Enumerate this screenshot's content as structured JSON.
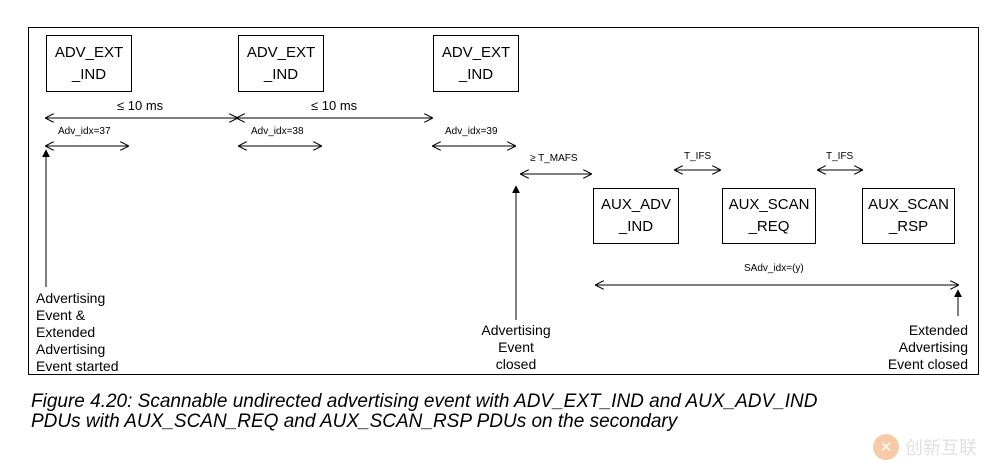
{
  "pdus": [
    {
      "line1": "ADV_EXT",
      "line2": "_IND"
    },
    {
      "line1": "ADV_EXT",
      "line2": "_IND"
    },
    {
      "line1": "ADV_EXT",
      "line2": "_IND"
    },
    {
      "line1": "AUX_ADV",
      "line2": "_IND"
    },
    {
      "line1": "AUX_SCAN",
      "line2": "_REQ"
    },
    {
      "line1": "AUX_SCAN",
      "line2": "_RSP"
    }
  ],
  "intervals": [
    "≤ 10 ms",
    "≤ 10 ms"
  ],
  "adv_idx": [
    "Adv_idx=37",
    "Adv_idx=38",
    "Adv_idx=39"
  ],
  "t_mafs": "≥ T_MAFS",
  "t_ifs": [
    "T_IFS",
    "T_IFS"
  ],
  "sadv_idx": "SAdv_idx=(y)",
  "notes": {
    "event_started": [
      "Advertising",
      "Event &",
      "Extended",
      "Advertising",
      "Event started"
    ],
    "event_closed": [
      "Advertising",
      "Event",
      "closed"
    ],
    "extended_closed": [
      "Extended",
      "Advertising",
      "Event closed"
    ]
  },
  "caption": {
    "line1": "Figure 4.20:  Scannable undirected advertising event with ADV_EXT_IND and AUX_ADV_IND",
    "line2": "PDUs with AUX_SCAN_REQ and AUX_SCAN_RSP PDUs on the secondary"
  },
  "watermark": {
    "badge": "✕",
    "text": "创新互联"
  }
}
